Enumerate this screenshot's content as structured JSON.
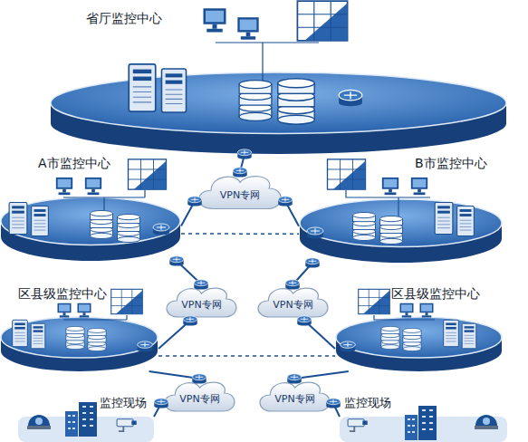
{
  "diagram": {
    "nodes": [
      {
        "text": [
          "省厅监控中心"
        ]
      },
      {
        "text": [
          "A市监控中心"
        ]
      },
      {
        "text": [
          "VPN专网"
        ]
      },
      {
        "text": [
          "B市监控中心"
        ]
      },
      {
        "text": [
          "区县级监控中心"
        ]
      },
      {
        "text": [
          "VPN专网"
        ]
      },
      {
        "text": [
          "VPN专网"
        ]
      },
      {
        "text": [
          "区县级监控中心"
        ]
      },
      {
        "text": [
          "监控现场"
        ]
      },
      {
        "text": [
          "VPN专网"
        ]
      },
      {
        "text": [
          "VPN专网"
        ]
      },
      {
        "text": [
          "监控现场"
        ]
      }
    ],
    "edges": [
      {
        "from": 0,
        "to": 2,
        "arrow": "none"
      },
      {
        "from": 2,
        "to": 1,
        "arrow": "none"
      },
      {
        "from": 2,
        "to": 3,
        "arrow": "none"
      },
      {
        "from": 1,
        "to": 3,
        "arrow": "none"
      },
      {
        "from": 1,
        "to": 5,
        "arrow": "none"
      },
      {
        "from": 3,
        "to": 6,
        "arrow": "none"
      },
      {
        "from": 5,
        "to": 4,
        "arrow": "none"
      },
      {
        "from": 6,
        "to": 7,
        "arrow": "none"
      },
      {
        "from": 4,
        "to": 7,
        "arrow": "none"
      },
      {
        "from": 4,
        "to": 9,
        "arrow": "none"
      },
      {
        "from": 7,
        "to": 10,
        "arrow": "none"
      },
      {
        "from": 9,
        "to": 8,
        "arrow": "none"
      },
      {
        "from": 10,
        "to": 11,
        "arrow": "none"
      }
    ]
  }
}
